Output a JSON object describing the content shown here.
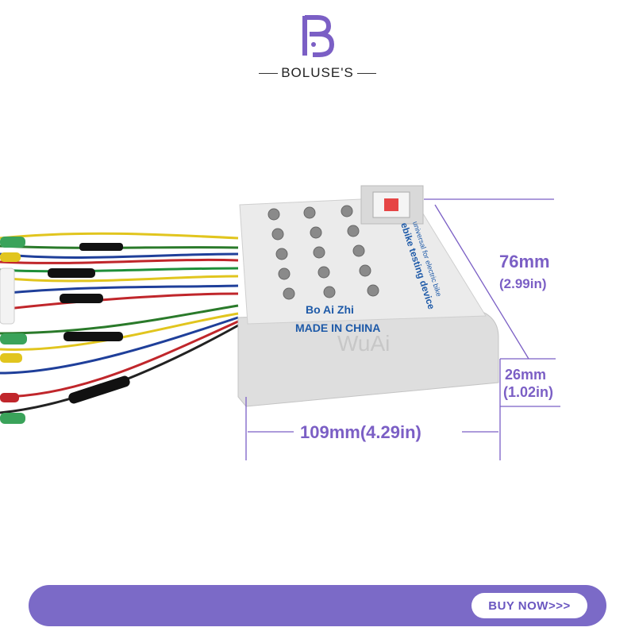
{
  "brand": {
    "name": "BOLUSE'S",
    "logo_icon": "b-letter-logo-icon",
    "color": "#7b5fc5"
  },
  "product": {
    "print_line1": "Bo Ai Zhi",
    "print_line2": "MADE IN CHINA",
    "emboss": "WuAi",
    "side_text1": "universal for electric bike",
    "side_text2": "ebike testing device"
  },
  "dimensions": {
    "length": "109mm(4.29in)",
    "height_mm": "76mm",
    "height_in": "(2.99in)",
    "depth_mm": "26mm",
    "depth_in": "(1.02in)"
  },
  "cta": {
    "label": "BUY NOW>>>",
    "bar_color": "#7b6ac7"
  }
}
